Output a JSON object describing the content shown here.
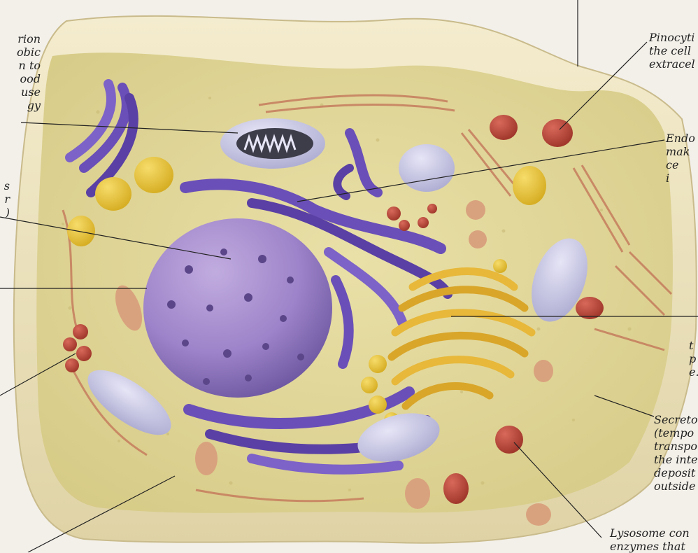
{
  "figure": {
    "background": "#f3f0ea",
    "subject": "Cutaway three-dimensional model of an animal cell with labeled organelles",
    "colors": {
      "cytoplasm": "#e2d79a",
      "membrane": "#efe6c4",
      "nucleus": "#9d83c9",
      "endoplasmic_reticulum": "#6a4fb8",
      "golgi": "#e7b83a",
      "mitochondrion": "#c9c8e6",
      "lysosome": "#b5473b",
      "fibers": "#c4775a",
      "vesicles": "#e6c43f"
    }
  },
  "labels": {
    "mitochondrion": "rion\nobic\nn to\nood\nuse\ngy",
    "nucleus_partial": "s\nr\n)",
    "pinocytic": "Pinocyti\nthe cell\nextracel",
    "endoplasmic": "Endo\nmak\nce\ni",
    "golgi_partial": "t\np\ne.",
    "secretory": "Secreto\n(tempo\ntranspo\nthe inte\ndeposit\noutside",
    "lysosome": "Lysosome con\nenzymes that"
  }
}
